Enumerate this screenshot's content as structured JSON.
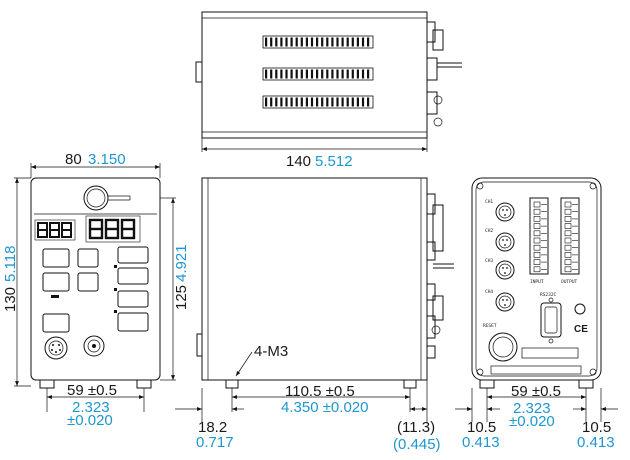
{
  "dims": {
    "top_length_mm": "140",
    "top_length_in": "5.512",
    "front_width_mm": "80",
    "front_width_in": "3.150",
    "front_height_mm": "130",
    "front_height_in": "5.118",
    "front_inner_height_mm": "125",
    "front_inner_height_in": "4.921",
    "front_feet_mm": "59 ±0.5",
    "front_feet_in_1": "2.323",
    "front_feet_in_2": "±0.020",
    "side_thread": "4-M3",
    "side_offset_mm": "18.2",
    "side_offset_in": "0.717",
    "side_feet_mm": "110.5 ±0.5",
    "side_feet_in": "4.350 ±0.020",
    "side_rear_mm": "(11.3)",
    "side_rear_in": "(0.445)",
    "rear_left_mm": "10.5",
    "rear_left_in": "0.413",
    "rear_feet_mm": "59 ±0.5",
    "rear_feet_in_1": "2.323",
    "rear_feet_in_2": "±0.020",
    "rear_right_mm": "10.5",
    "rear_right_in": "0.413"
  },
  "rear_panel": {
    "ch1": "CH1",
    "ch2": "CH2",
    "ch3": "CH3",
    "ch4": "CH4",
    "rs232c": "RS232C",
    "input": "INPUT",
    "output": "OUTPUT",
    "reset": "RESET",
    "ce_mark": "CE"
  },
  "colors": {
    "imperial": "#1f96cf",
    "line": "#111111"
  }
}
